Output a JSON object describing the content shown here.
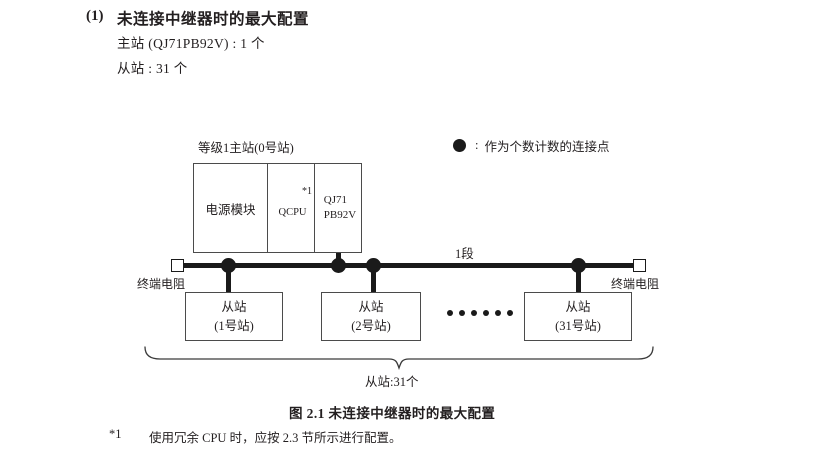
{
  "heading": {
    "number": "(1)",
    "title": "未连接中继器时的最大配置",
    "master_count_line": "主站 (QJ71PB92V) : 1 个",
    "slave_count_line": "从站 : 31 个"
  },
  "legend": {
    "icon": "filled-circle-icon",
    "colon": ":",
    "text": "作为个数计数的连接点"
  },
  "diagram": {
    "master_label": "等级1主站(0号站)",
    "rack": {
      "slots": [
        {
          "name": "power-supply-module",
          "label": "电源模块"
        },
        {
          "name": "qcpu-module",
          "label": "QCPU",
          "footnote_mark": "*1"
        },
        {
          "name": "master-module",
          "label_line1": "QJ71",
          "label_line2": "PB92V"
        }
      ]
    },
    "segment_label": "1段",
    "terminator_left_label": "终端电阻",
    "terminator_right_label": "终端电阻",
    "slaves": [
      {
        "name": "slave-station-1",
        "line1": "从站",
        "line2": "(1号站)"
      },
      {
        "name": "slave-station-2",
        "line1": "从站",
        "line2": "(2号站)"
      },
      {
        "name": "slave-station-31",
        "line1": "从站",
        "line2": "(31号站)"
      }
    ],
    "ellipsis_dots": 6,
    "brace_label": "从站:31个"
  },
  "figure": {
    "caption": "图 2.1  未连接中继器时的最大配置"
  },
  "footnote": {
    "mark": "*1",
    "text": "使用冗余 CPU 时，应按 2.3 节所示进行配置。"
  },
  "colors": {
    "ink": "#231f20",
    "line": "#1a1a1a",
    "box_border": "#4b4b4b",
    "background": "#ffffff"
  }
}
